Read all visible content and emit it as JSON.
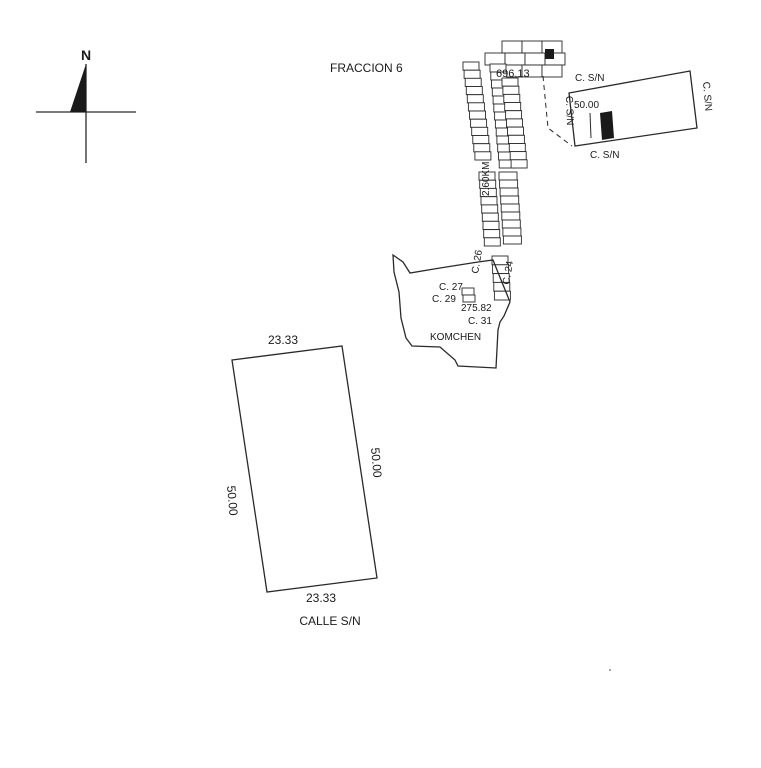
{
  "north": {
    "label": "N"
  },
  "labels": {
    "fraccion": "FRACCION 6",
    "dist_top": "696.13",
    "calle_sn_1": "C. S/N",
    "calle_sn_2": "C. S/N",
    "calle_sn_3": "C. S/N",
    "calle_sn_4": "C. S/N",
    "small_lot_dim": "50.00",
    "dist_mid": "2.60KM",
    "c26": "C. 26",
    "c27": "C. 27",
    "c29": "C. 29",
    "c24": "C. 24",
    "dist_low": "275.82",
    "c31": "C. 31",
    "komchen": "KOMCHEN"
  },
  "lot": {
    "top": "23.33",
    "bottom": "23.33",
    "left": "50.00",
    "right": "50.00",
    "street": "CALLE S/N"
  },
  "colors": {
    "ink": "#1a1a1a",
    "line": "#2a2a2a",
    "background": "#ffffff"
  }
}
